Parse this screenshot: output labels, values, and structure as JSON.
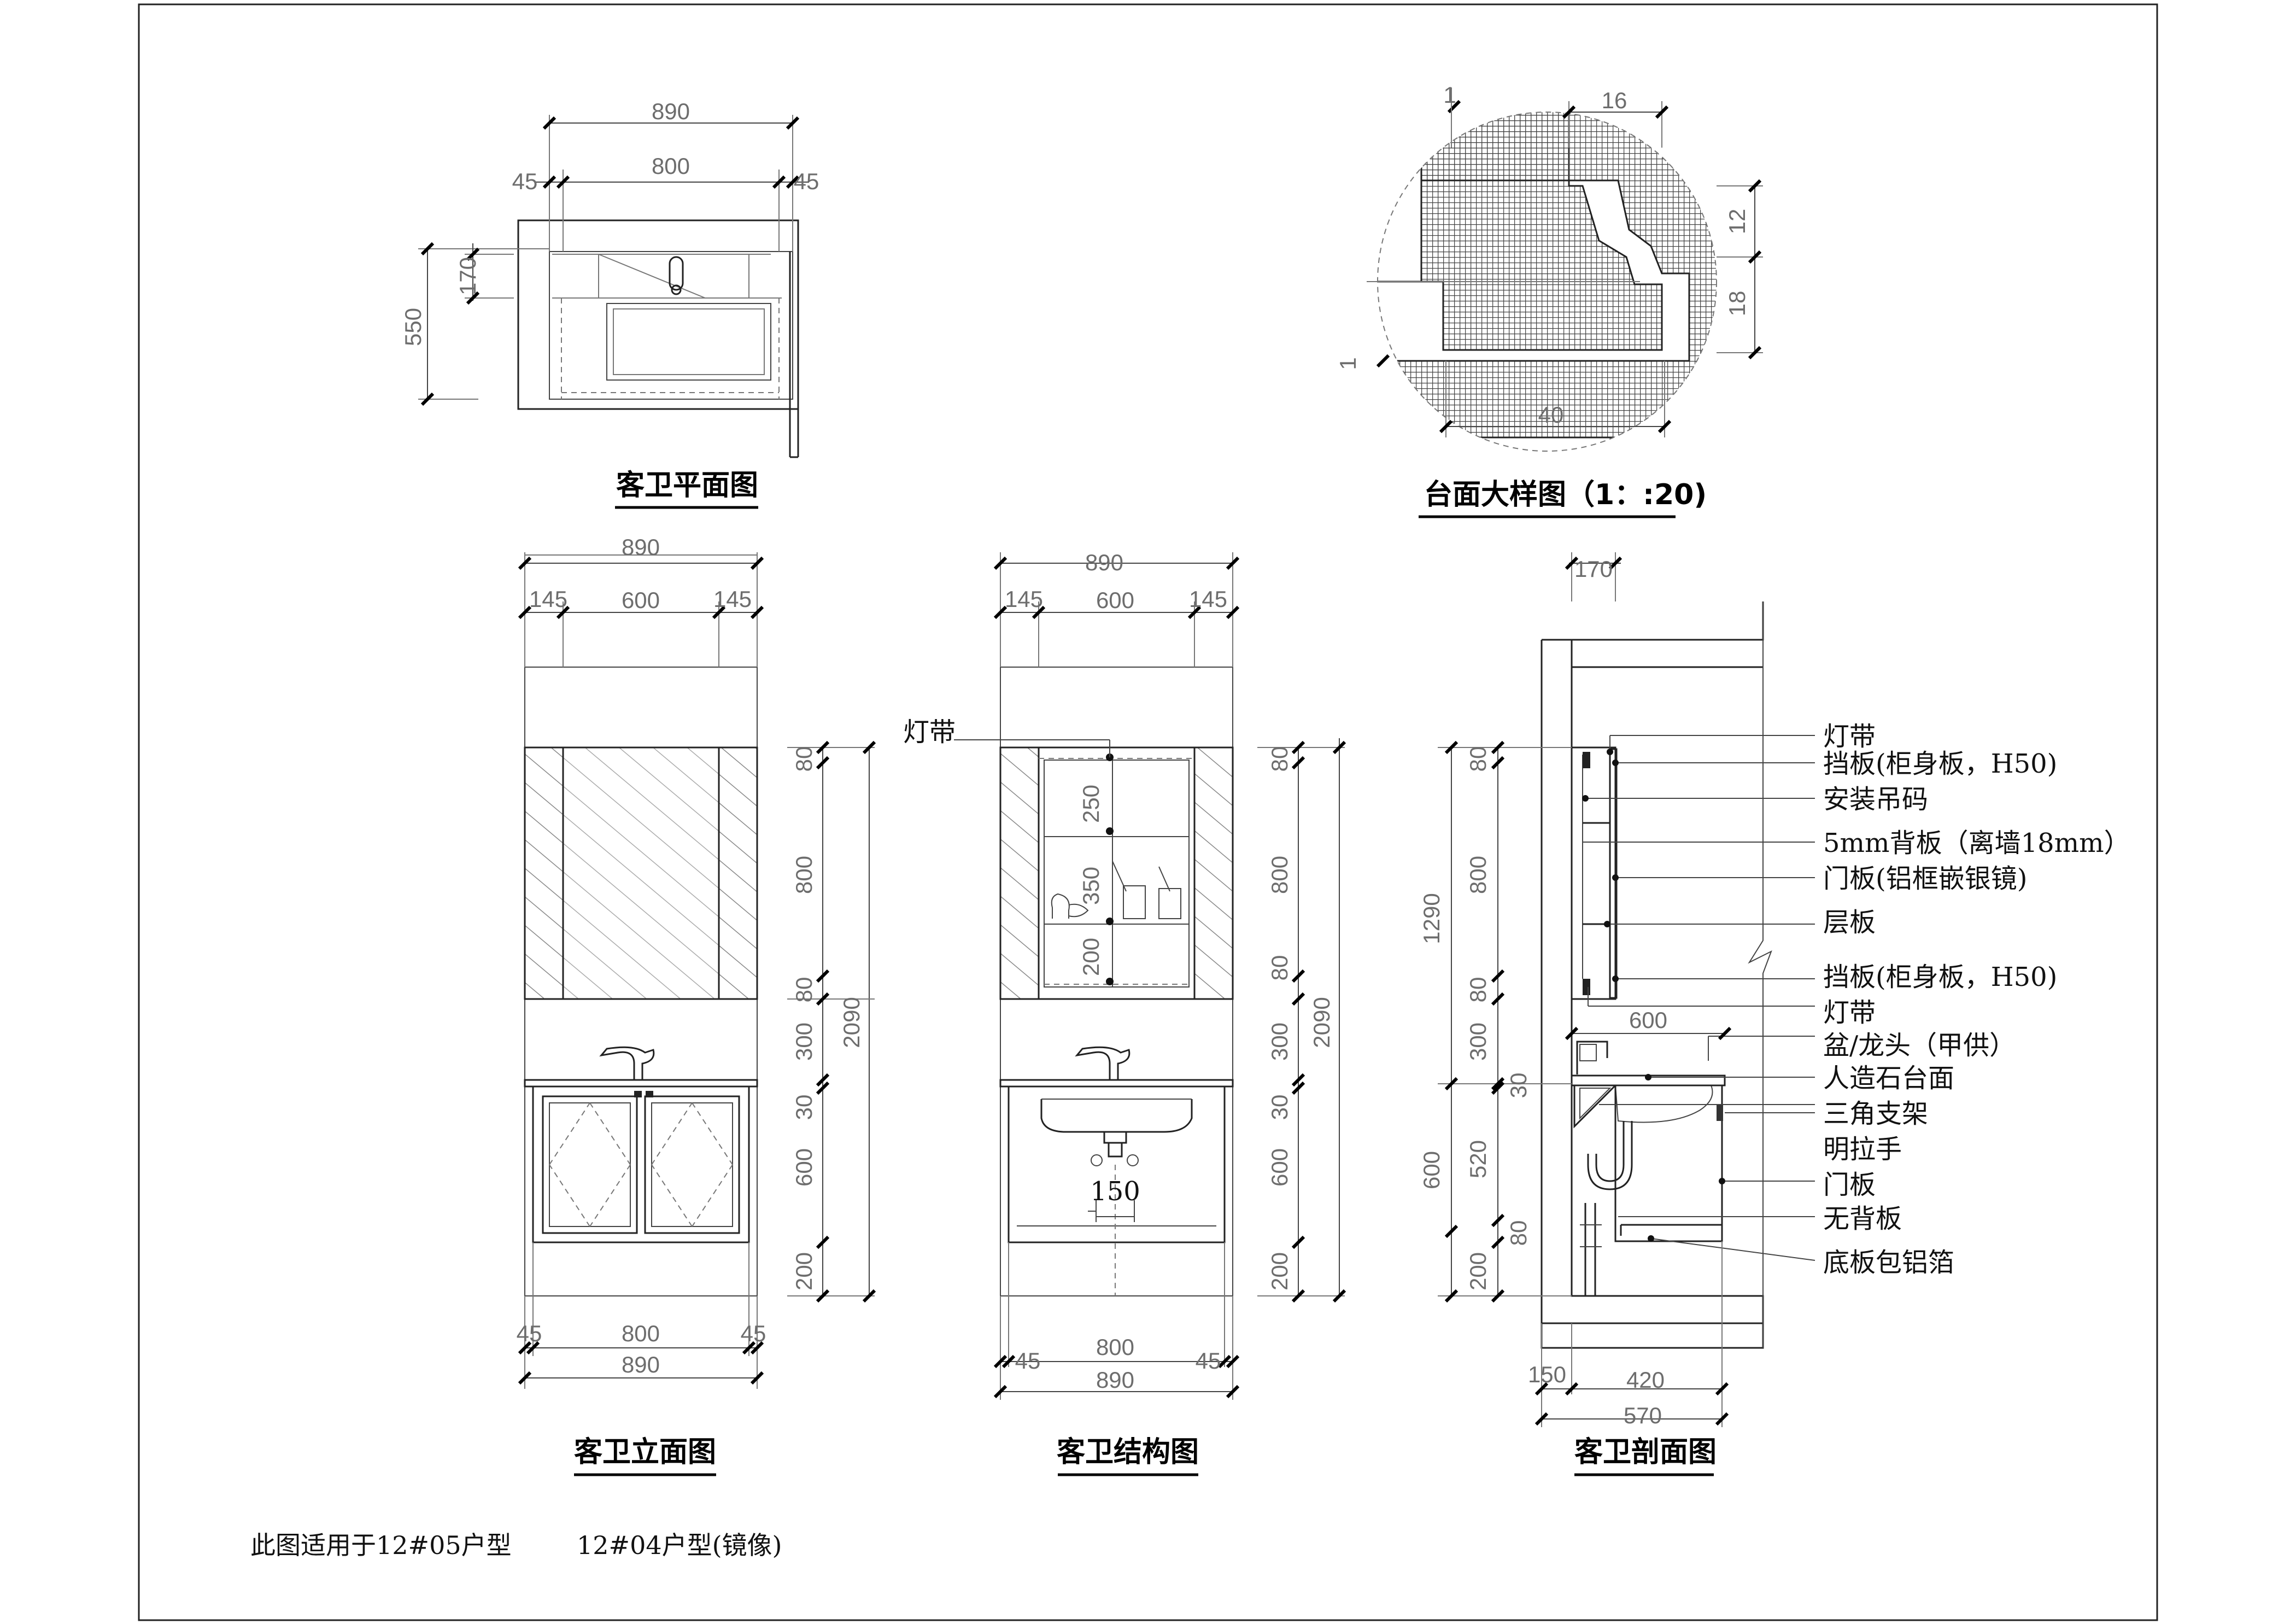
{
  "plan": {
    "title": "客卫平面图",
    "dims": {
      "overall": "890",
      "inner": "800",
      "left": "45",
      "right": "45",
      "depth": "550",
      "tap": "170"
    }
  },
  "detail": {
    "title": "台面大样图（1：:20)",
    "dims": {
      "top": "16",
      "left": "1",
      "right_upper": "12",
      "right_lower": "18",
      "bottom_left": "1",
      "bottom": "40"
    }
  },
  "elevation": {
    "title": "客卫立面图",
    "top_dims": {
      "overall": "890",
      "left": "145",
      "center": "600",
      "right": "145"
    },
    "bottom_dims": {
      "left": "45",
      "center": "800",
      "right": "45",
      "overall": "890"
    },
    "side_dims": [
      "80",
      "800",
      "80",
      "300",
      "30",
      "600",
      "200"
    ],
    "total_height": "2090"
  },
  "structure": {
    "title": "客卫结构图",
    "top_dims": {
      "overall": "890",
      "left": "145",
      "center": "600",
      "right": "145"
    },
    "bottom_dims": {
      "left": "45",
      "center": "800",
      "right": "45",
      "overall": "890"
    },
    "shelf_dims": [
      "250",
      "350",
      "200"
    ],
    "side_dims": [
      "80",
      "800",
      "80",
      "300",
      "30",
      "600",
      "200"
    ],
    "total_height": "2090",
    "drain_dim": "150",
    "light_label": "灯带"
  },
  "section": {
    "title": "客卫剖面图",
    "top_dim": "170",
    "upper_total": "1290",
    "upper_dims": [
      "80",
      "800",
      "80"
    ],
    "mid_dims": [
      "300",
      "30"
    ],
    "lower_total": "600",
    "lower_dims": [
      "520",
      "80"
    ],
    "bottom_dim": "200",
    "counter_depth": "600",
    "bottom_dims": {
      "wall": "150",
      "cabinet": "420",
      "overall": "570"
    },
    "labels": [
      "灯带",
      "挡板(柜身板，H50)",
      "安装吊码",
      "5mm背板（离墙18mm）",
      "门板(铝框嵌银镜)",
      "层板",
      "挡板(柜身板，H50)",
      "灯带",
      "盆/龙头（甲供）",
      "人造石台面",
      "三角支架",
      "明拉手",
      "门板",
      "无背板",
      "底板包铝箔"
    ]
  },
  "note": {
    "text1": "此图适用于12#05户型",
    "text2": "12#04户型(镜像)"
  }
}
